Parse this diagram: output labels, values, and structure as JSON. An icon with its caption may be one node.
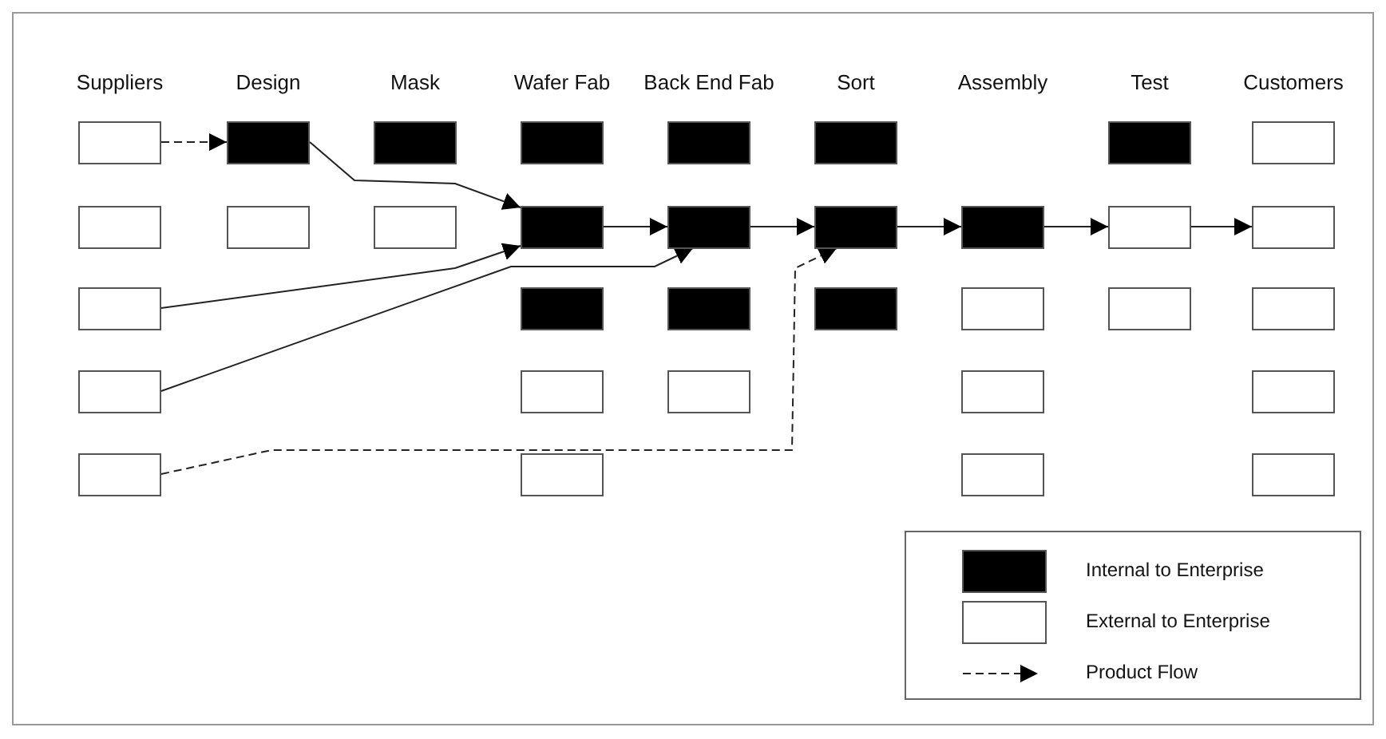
{
  "diagram": {
    "nodes": [
      {
        "text": [],
        "shape": "box"
      },
      {
        "text": [],
        "shape": "box"
      },
      {
        "text": [],
        "shape": "box"
      },
      {
        "text": [],
        "shape": "box"
      },
      {
        "text": [],
        "shape": "box"
      },
      {
        "text": [],
        "shape": "box"
      },
      {
        "text": [],
        "shape": "box"
      },
      {
        "text": [],
        "shape": "box"
      },
      {
        "text": [],
        "shape": "box"
      },
      {
        "text": [],
        "shape": "box"
      },
      {
        "text": [],
        "shape": "box"
      },
      {
        "text": [],
        "shape": "box"
      },
      {
        "text": [],
        "shape": "box"
      },
      {
        "text": [],
        "shape": "box"
      },
      {
        "text": [],
        "shape": "box"
      },
      {
        "text": [],
        "shape": "box"
      },
      {
        "text": [],
        "shape": "box"
      },
      {
        "text": [],
        "shape": "box"
      },
      {
        "text": [],
        "shape": "box"
      },
      {
        "text": [],
        "shape": "box"
      },
      {
        "text": [],
        "shape": "box"
      },
      {
        "text": [],
        "shape": "box"
      },
      {
        "text": [],
        "shape": "box"
      },
      {
        "text": [],
        "shape": "box"
      },
      {
        "text": [],
        "shape": "box"
      },
      {
        "text": [],
        "shape": "box"
      },
      {
        "text": [],
        "shape": "box"
      },
      {
        "text": [],
        "shape": "box"
      },
      {
        "text": [],
        "shape": "box"
      },
      {
        "text": [],
        "shape": "box"
      },
      {
        "text": [],
        "shape": "box"
      },
      {
        "text": [],
        "shape": "box"
      },
      {
        "text": [],
        "shape": "box"
      }
    ],
    "edges": [
      {
        "from": 0,
        "to": 1,
        "arrow": "to",
        "style": "dashed"
      },
      {
        "from": 1,
        "to": 11,
        "arrow": "to"
      },
      {
        "from": 17,
        "to": 11,
        "arrow": "to"
      },
      {
        "from": 24,
        "to": 12,
        "arrow": "to"
      },
      {
        "from": 29,
        "to": 13,
        "arrow": "to",
        "style": "dashed"
      },
      {
        "from": 11,
        "to": 12,
        "arrow": "to"
      },
      {
        "from": 12,
        "to": 13,
        "arrow": "to"
      },
      {
        "from": 13,
        "to": 14,
        "arrow": "to"
      },
      {
        "from": 14,
        "to": 15,
        "arrow": "to"
      },
      {
        "from": 15,
        "to": 16,
        "arrow": "to"
      }
    ],
    "labels": [
      "Suppliers",
      "Design",
      "Mask",
      "Wafer Fab",
      "Back End Fab",
      "Sort",
      "Assembly",
      "Test",
      "Customers"
    ],
    "legend": [
      {
        "text": "Internal to Enterprise",
        "color": "#000000"
      },
      {
        "text": "External to Enterprise",
        "color": "#ffffff"
      },
      {
        "text": "Product Flow"
      }
    ]
  }
}
